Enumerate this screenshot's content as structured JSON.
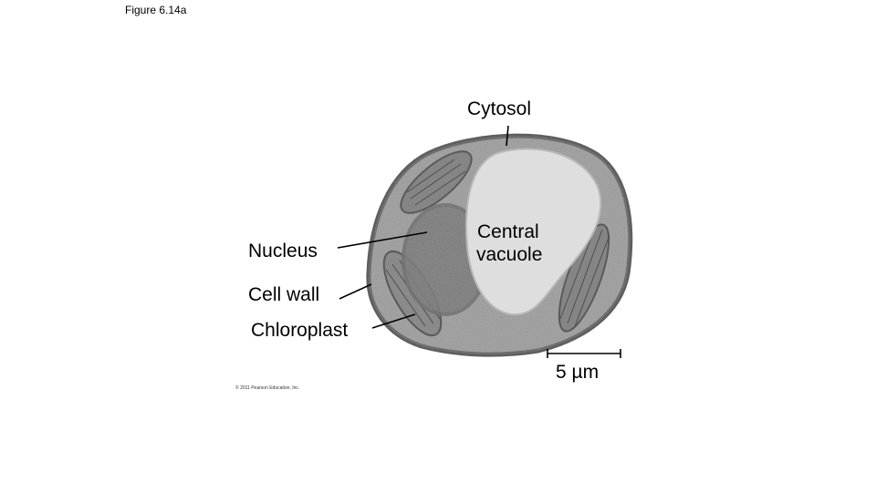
{
  "figure": {
    "title": "Figure 6.14a"
  },
  "labels": {
    "cytosol": "Cytosol",
    "central_line1": "Central",
    "central_line2": "vacuole",
    "nucleus": "Nucleus",
    "cell_wall": "Cell wall",
    "chloroplast": "Chloroplast",
    "scale_bar": "5 µm"
  },
  "copyright": "© 2011 Pearson Education, Inc.",
  "colors": {
    "cytoplasm": "#9a9a9a",
    "vacuole": "#dedede",
    "cell_wall": "#6e6e6e",
    "chloroplast": "#858585"
  }
}
